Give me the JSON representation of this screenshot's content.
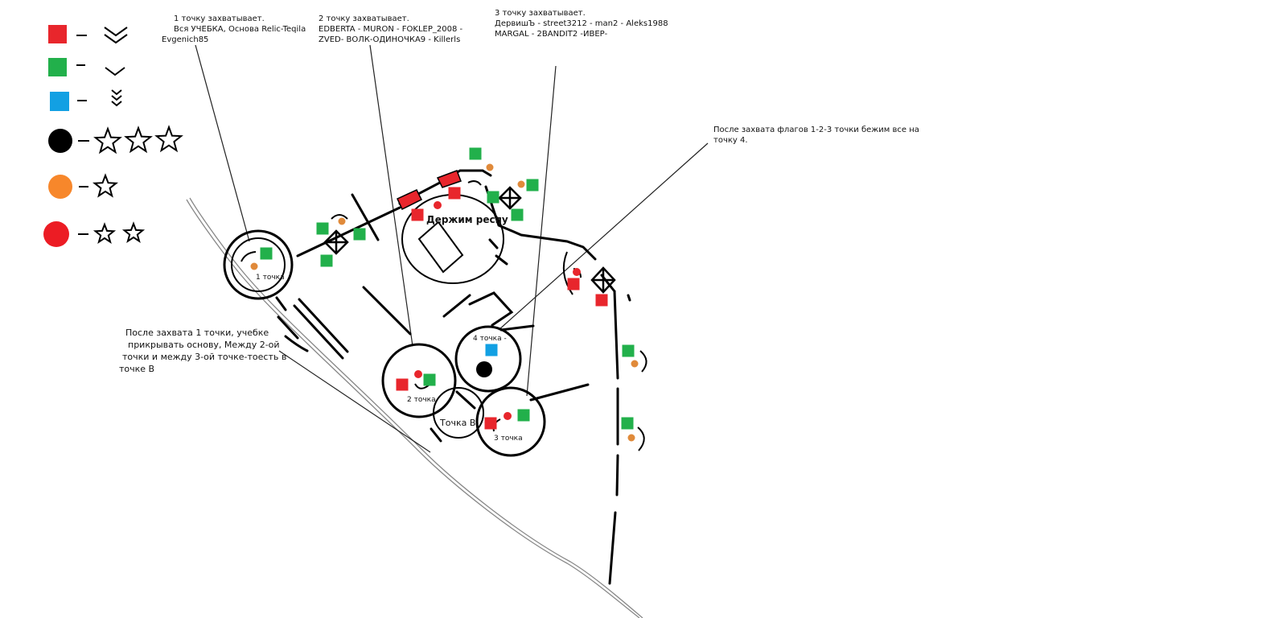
{
  "legend": {
    "items": [
      {
        "marker": "red-square",
        "color": "#e8262c",
        "insignia": "double-chevron"
      },
      {
        "marker": "green-square",
        "color": "#22b04b",
        "insignia": "single-chevron"
      },
      {
        "marker": "blue-square",
        "color": "#12a0e3",
        "insignia": "triple-chevron"
      },
      {
        "marker": "black-circle",
        "color": "#000000",
        "insignia": "three-stars"
      },
      {
        "marker": "orange-circle",
        "color": "#f7872b",
        "insignia": "one-star"
      },
      {
        "marker": "red-circle",
        "color": "#ec1c24",
        "insignia": "two-stars"
      }
    ],
    "dash": "–"
  },
  "notes": {
    "point1": [
      "1 точку захватывает.",
      "Вся УЧЕБКА, Основа Relic-Teqila",
      "Evgenich85"
    ],
    "point2": [
      "2 точку захватывает.",
      "EDBERTA - MURON - FOKLEP_2008 -",
      "ZVED- ВОЛК-ОДИНОЧКА9 - Killerls"
    ],
    "point3": [
      "3 точку захватывает.",
      "ДервишЪ - street3212 - man2 - Aleks1988",
      "MARGAL - 2BANDIT2   -ИВЕР-"
    ],
    "point4": [
      "После захвата флагов 1-2-3 точки бежим все на",
      "точку 4."
    ],
    "after1": [
      "После захвата 1 точки, учебке",
      "прикрывать основу, Между  2-ой",
      "точки и между  3-ой точке-тоесть в",
      "точке В"
    ]
  },
  "map_labels": {
    "respawn": "Держим респу",
    "p1": "1 точка",
    "p2": "2 точка",
    "p3": "3 точка",
    "p4": "4 точка -",
    "pB": "Точка В"
  },
  "colors": {
    "red": "#e8262c",
    "green": "#22b04b",
    "blue": "#12a0e3",
    "orange": "#e08a3a",
    "black": "#000000"
  }
}
